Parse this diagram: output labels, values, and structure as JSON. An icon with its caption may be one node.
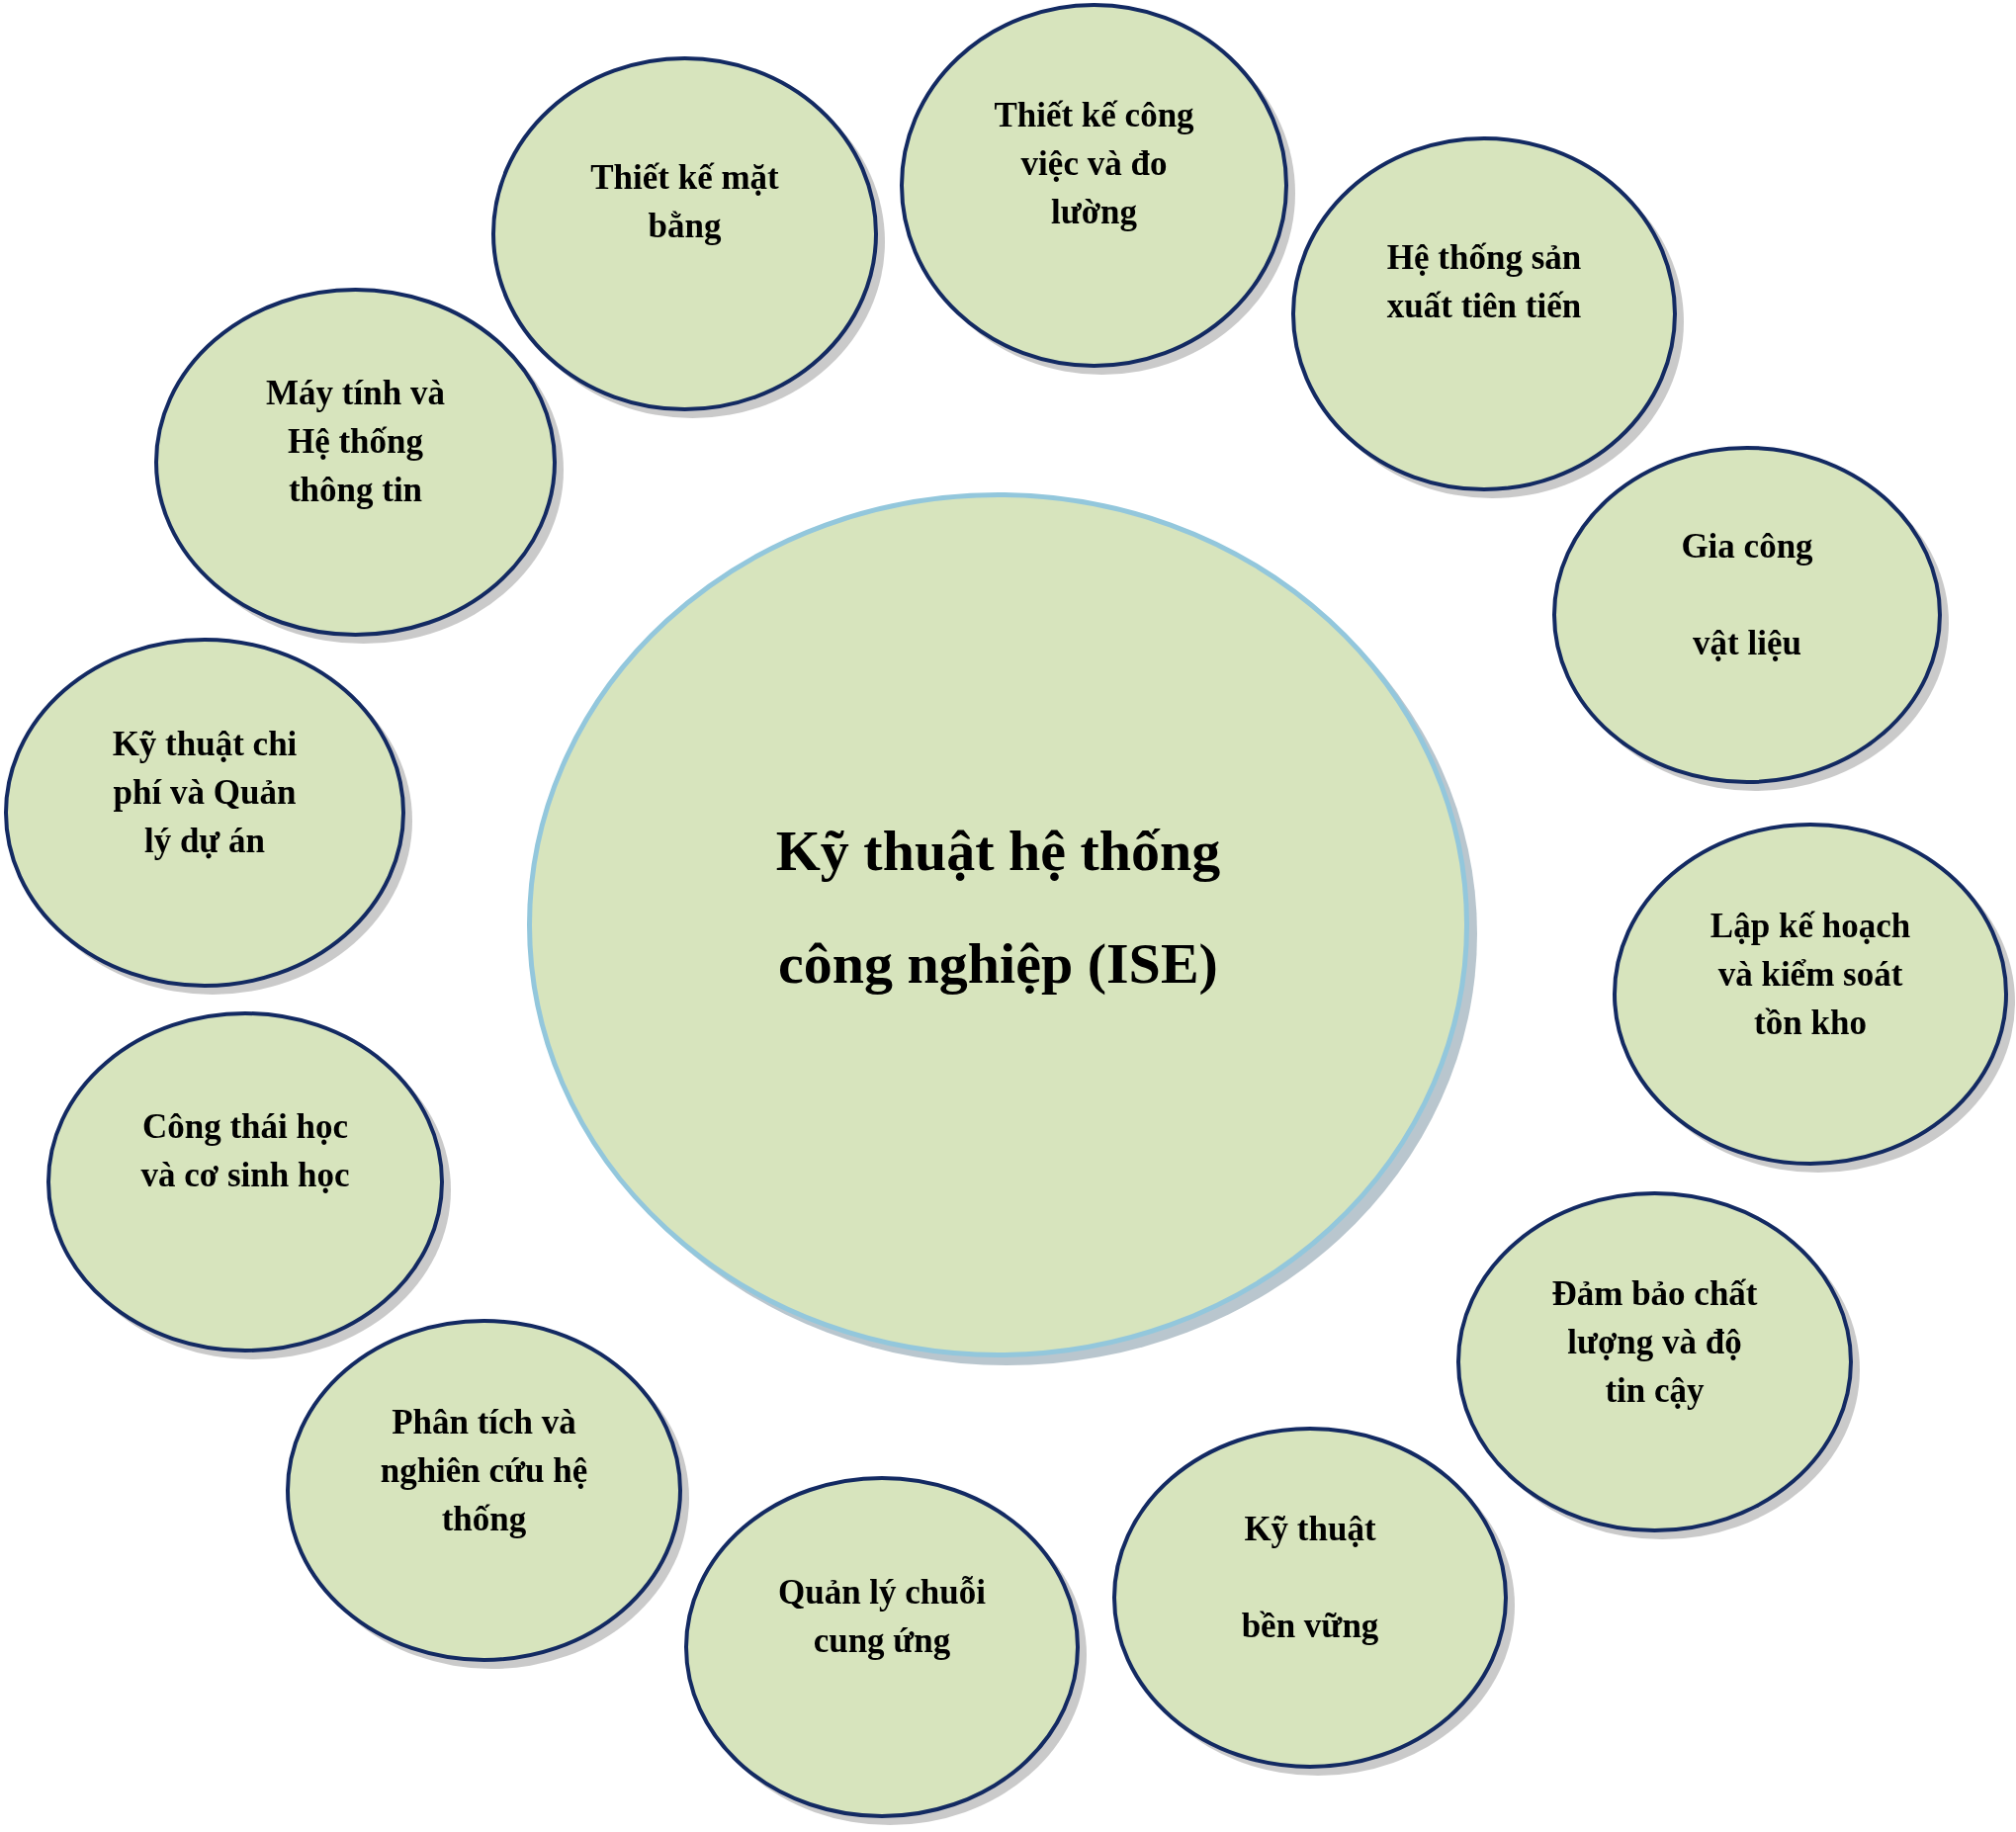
{
  "diagram": {
    "nodes": [
      {
        "text": [
          "Kỹ thuật hệ thống công nghiệp (ISE)"
        ]
      },
      {
        "text": [
          "Thiết kế mặt bằng"
        ]
      },
      {
        "text": [
          "Thiết kế công việc và đo lường"
        ]
      },
      {
        "text": [
          "Hệ thống sản xuất tiên tiến"
        ]
      },
      {
        "text": [
          "Gia công vật liệu"
        ]
      },
      {
        "text": [
          "Lập kế hoạch và kiểm soát tồn kho"
        ]
      },
      {
        "text": [
          "Đảm bảo chất lượng và độ tin cậy"
        ]
      },
      {
        "text": [
          "Kỹ thuật bền vững"
        ]
      },
      {
        "text": [
          "Quản lý chuỗi cung ứng"
        ]
      },
      {
        "text": [
          "Phân tích và nghiên cứu hệ thống"
        ]
      },
      {
        "text": [
          "Công thái học và cơ sinh học"
        ]
      },
      {
        "text": [
          "Kỹ thuật chi phí và Quản lý dự án"
        ]
      },
      {
        "text": [
          "Máy tính và Hệ thống thông tin"
        ]
      }
    ]
  }
}
